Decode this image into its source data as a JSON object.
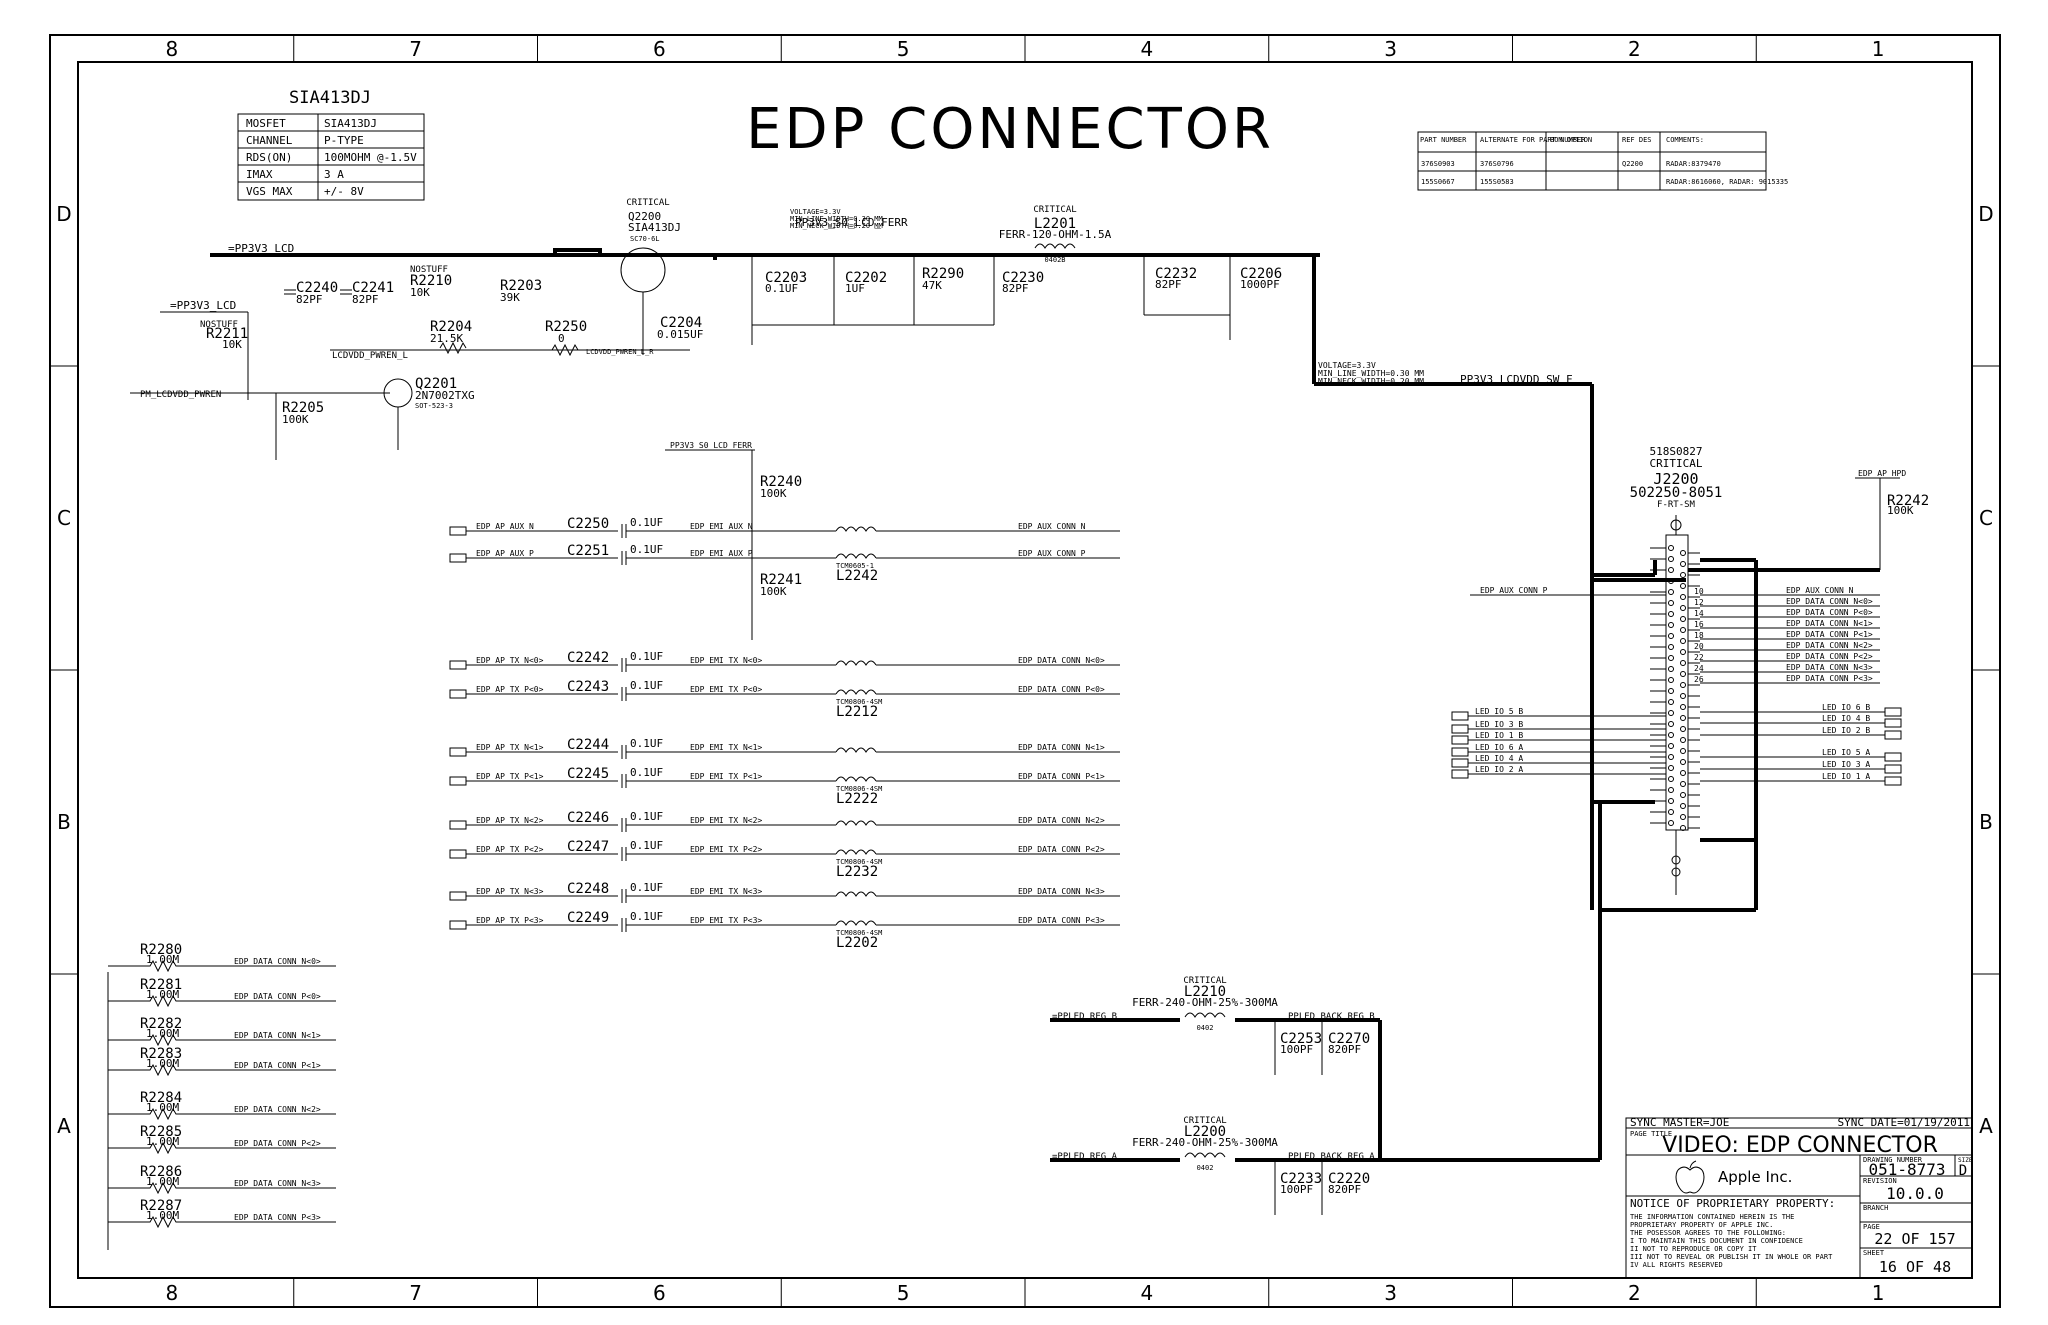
{
  "sheet": {
    "title": "EDP CONNECTOR",
    "columns": [
      "8",
      "7",
      "6",
      "5",
      "4",
      "3",
      "2",
      "1"
    ],
    "rows": [
      "D",
      "C",
      "B",
      "A"
    ]
  },
  "spec_table": {
    "title": "SIA413DJ",
    "rows": [
      [
        "MOSFET",
        "SIA413DJ"
      ],
      [
        "CHANNEL",
        "P-TYPE"
      ],
      [
        "RDS(ON)",
        "100MOHM @-1.5V"
      ],
      [
        "IMAX",
        "3 A"
      ],
      [
        "VGS MAX",
        "+/- 8V"
      ]
    ]
  },
  "bom_table": {
    "headers": [
      "PART NUMBER",
      "ALTERNATE FOR PART NUMBER",
      "BOM OPTION",
      "REF DES",
      "COMMENTS:"
    ],
    "rows": [
      [
        "376S0903",
        "376S0796",
        "",
        "Q2200",
        "RADAR:8379470"
      ],
      [
        "155S0667",
        "155S0583",
        "",
        "",
        "RADAR:8616060, RADAR: 9015335"
      ]
    ]
  },
  "nets": {
    "pp3v3_lcd": "=PP3V3_LCD",
    "pp3v3_lcd2": "=PP3V3_LCD",
    "pm_lcdvdd": "PM_LCDVDD_PWREN",
    "lcdvdd_pwren_l": "LCDVDD_PWREN_L",
    "lcdvdd_pwren_l_r": "LCDVDD_PWREN_L_R",
    "pp3v3_s0_lcd_ferr": "PP3V3_S0_LCD_FERR",
    "pp3v3_s0_lcd_ferr2": "PP3V3_S0_LCD_FERR",
    "pp3v3_lcdvdd_sw_f": "PP3V3_LCDVDD_SW_F",
    "edp_ap_hpd": "EDP_AP_HPD",
    "edp_aux_conn_p_j": "EDP_AUX_CONN_P",
    "ppled_reg_b": "=PPLED_REG_B",
    "ppled_back_reg_b": "PPLED_BACK_REG_B",
    "ppled_reg_a": "=PPLED_REG_A",
    "ppled_back_reg_a": "PPLED_BACK_REG_A"
  },
  "notes": {
    "vline1": "VOLTAGE=3.3V",
    "vline2": "MIN_LINE_WIDTH=0.30 MM",
    "vline3": "MIN_NECK_WIDTH=0.20 MM",
    "vline1b": "VOLTAGE=3.3V",
    "vline2b": "MIN_LINE_WIDTH=0.30 MM",
    "vline3b": "MIN_NECK_WIDTH=0.20 MM"
  },
  "components": {
    "q2200": {
      "crit": "CRITICAL",
      "ref": "Q2200",
      "val": "SIA413DJ",
      "pkg": "SC70-6L"
    },
    "l2201": {
      "crit": "CRITICAL",
      "ref": "L2201",
      "val": "FERR-120-OHM-1.5A",
      "pkg": "0402B"
    },
    "c2240": {
      "ref": "C2240",
      "val": "82PF"
    },
    "c2241": {
      "ref": "C2241",
      "val": "82PF"
    },
    "r2210": {
      "opt": "NOSTUFF",
      "ref": "R2210",
      "val": "10K"
    },
    "r2203": {
      "ref": "R2203",
      "val": "39K"
    },
    "r2211": {
      "opt": "NOSTUFF",
      "ref": "R2211",
      "val": "10K"
    },
    "r2204": {
      "ref": "R2204",
      "val": "21.5K"
    },
    "r2250": {
      "ref": "R2250",
      "val": "0"
    },
    "c2204": {
      "ref": "C2204",
      "val": "0.015UF"
    },
    "c2203": {
      "ref": "C2203",
      "val": "0.1UF"
    },
    "c2202": {
      "ref": "C2202",
      "val": "1UF"
    },
    "r2290": {
      "ref": "R2290",
      "val": "47K"
    },
    "c2230": {
      "ref": "C2230",
      "val": "82PF"
    },
    "c2232": {
      "ref": "C2232",
      "val": "82PF"
    },
    "c2206": {
      "ref": "C2206",
      "val": "1000PF"
    },
    "q2201": {
      "ref": "Q2201",
      "val": "2N7002TXG",
      "pkg": "SOT-523-3"
    },
    "r2205": {
      "ref": "R2205",
      "val": "100K"
    },
    "r2240": {
      "ref": "R2240",
      "val": "100K"
    },
    "r2241": {
      "ref": "R2241",
      "val": "100K"
    },
    "r2242": {
      "ref": "R2242",
      "val": "100K"
    },
    "j2200": {
      "pn": "518S0827",
      "crit": "CRITICAL",
      "ref": "J2200",
      "val": "502250-8051",
      "pkg": "F-RT-SM"
    },
    "l2210": {
      "crit": "CRITICAL",
      "ref": "L2210",
      "val": "FERR-240-OHM-25%-300MA",
      "pkg": "0402"
    },
    "l2200": {
      "crit": "CRITICAL",
      "ref": "L2200",
      "val": "FERR-240-OHM-25%-300MA",
      "pkg": "0402"
    },
    "c2253": {
      "ref": "C2253",
      "val": "100PF"
    },
    "c2270": {
      "ref": "C2270",
      "val": "820PF"
    },
    "c2233": {
      "ref": "C2233",
      "val": "100PF"
    },
    "c2220": {
      "ref": "C2220",
      "val": "820PF"
    }
  },
  "diff_pairs": [
    {
      "in_n": "EDP_AP_AUX_N",
      "in_p": "EDP_AP_AUX_P",
      "cn": "C2250",
      "cp": "C2251",
      "val": "0.1UF",
      "emi_n": "EDP_EMI_AUX_N",
      "emi_p": "EDP_EMI_AUX_P",
      "out_n": "EDP_AUX_CONN_N",
      "out_p": "EDP_AUX_CONN_P",
      "choke": "L2242",
      "part": "TCM0605-1"
    },
    {
      "in_n": "EDP_AP_TX_N<0>",
      "in_p": "EDP_AP_TX_P<0>",
      "cn": "C2242",
      "cp": "C2243",
      "val": "0.1UF",
      "emi_n": "EDP_EMI_TX_N<0>",
      "emi_p": "EDP_EMI_TX_P<0>",
      "out_n": "EDP_DATA_CONN_N<0>",
      "out_p": "EDP_DATA_CONN_P<0>",
      "choke": "L2212",
      "part": "TCM0806-4SM"
    },
    {
      "in_n": "EDP_AP_TX_N<1>",
      "in_p": "EDP_AP_TX_P<1>",
      "cn": "C2244",
      "cp": "C2245",
      "val": "0.1UF",
      "emi_n": "EDP_EMI_TX_N<1>",
      "emi_p": "EDP_EMI_TX_P<1>",
      "out_n": "EDP_DATA_CONN_N<1>",
      "out_p": "EDP_DATA_CONN_P<1>",
      "choke": "L2222",
      "part": "TCM0806-4SM"
    },
    {
      "in_n": "EDP_AP_TX_N<2>",
      "in_p": "EDP_AP_TX_P<2>",
      "cn": "C2246",
      "cp": "C2247",
      "val": "0.1UF",
      "emi_n": "EDP_EMI_TX_N<2>",
      "emi_p": "EDP_EMI_TX_P<2>",
      "out_n": "EDP_DATA_CONN_N<2>",
      "out_p": "EDP_DATA_CONN_P<2>",
      "choke": "L2232",
      "part": "TCM0806-4SM"
    },
    {
      "in_n": "EDP_AP_TX_N<3>",
      "in_p": "EDP_AP_TX_P<3>",
      "cn": "C2248",
      "cp": "C2249",
      "val": "0.1UF",
      "emi_n": "EDP_EMI_TX_N<3>",
      "emi_p": "EDP_EMI_TX_P<3>",
      "out_n": "EDP_DATA_CONN_N<3>",
      "out_p": "EDP_DATA_CONN_P<3>",
      "choke": "L2202",
      "part": "TCM0806-4SM"
    }
  ],
  "pulldowns": [
    {
      "ref": "R2280",
      "val": "1.00M",
      "net": "EDP_DATA_CONN_N<0>"
    },
    {
      "ref": "R2281",
      "val": "1.00M",
      "net": "EDP_DATA_CONN_P<0>"
    },
    {
      "ref": "R2282",
      "val": "1.00M",
      "net": "EDP_DATA_CONN_N<1>"
    },
    {
      "ref": "R2283",
      "val": "1.00M",
      "net": "EDP_DATA_CONN_P<1>"
    },
    {
      "ref": "R2284",
      "val": "1.00M",
      "net": "EDP_DATA_CONN_N<2>"
    },
    {
      "ref": "R2285",
      "val": "1.00M",
      "net": "EDP_DATA_CONN_P<2>"
    },
    {
      "ref": "R2286",
      "val": "1.00M",
      "net": "EDP_DATA_CONN_N<3>"
    },
    {
      "ref": "R2287",
      "val": "1.00M",
      "net": "EDP_DATA_CONN_P<3>"
    }
  ],
  "conn_right_nets": [
    {
      "pin": "10",
      "net": "EDP_AUX_CONN_N"
    },
    {
      "pin": "12",
      "net": "EDP_DATA_CONN_N<0>"
    },
    {
      "pin": "14",
      "net": "EDP_DATA_CONN_P<0>"
    },
    {
      "pin": "16",
      "net": "EDP_DATA_CONN_N<1>"
    },
    {
      "pin": "18",
      "net": "EDP_DATA_CONN_P<1>"
    },
    {
      "pin": "20",
      "net": "EDP_DATA_CONN_N<2>"
    },
    {
      "pin": "22",
      "net": "EDP_DATA_CONN_P<2>"
    },
    {
      "pin": "24",
      "net": "EDP_DATA_CONN_N<3>"
    },
    {
      "pin": "26",
      "net": "EDP_DATA_CONN_P<3>"
    }
  ],
  "led_left": [
    "LED_IO_5_B",
    "LED_IO_3_B",
    "LED_IO_1_B",
    "LED_IO_6_A",
    "LED_IO_4_A",
    "LED_IO_2_A"
  ],
  "led_right": [
    "LED_IO_6_B",
    "LED_IO_4_B",
    "LED_IO_2_B",
    "LED_IO_5_A",
    "LED_IO_3_A",
    "LED_IO_1_A"
  ],
  "title_block": {
    "sync_master": "SYNC_MASTER=JOE",
    "sync_date": "SYNC_DATE=01/19/2011",
    "page_title_lbl": "PAGE TITLE",
    "page_title": "VIDEO: EDP CONNECTOR",
    "drawing_lbl": "DRAWING NUMBER",
    "drawing": "051-8773",
    "size_lbl": "SIZE",
    "size": "D",
    "company": "Apple Inc.",
    "revision_lbl": "REVISION",
    "revision": "10.0.0",
    "branch_lbl": "BRANCH",
    "page_lbl": "PAGE",
    "page": "22 OF 157",
    "sheet_lbl": "SHEET",
    "sheet": "16 OF 48",
    "notice_title": "NOTICE OF PROPRIETARY PROPERTY:",
    "notice": [
      "THE INFORMATION CONTAINED HEREIN IS THE",
      "PROPRIETARY PROPERTY OF APPLE INC.",
      "THE POSESSOR AGREES TO THE FOLLOWING:",
      "I TO MAINTAIN THIS DOCUMENT IN CONFIDENCE",
      "II NOT TO REPRODUCE OR COPY IT",
      "III NOT TO REVEAL OR PUBLISH IT IN WHOLE OR PART",
      "IV ALL RIGHTS RESERVED"
    ]
  }
}
